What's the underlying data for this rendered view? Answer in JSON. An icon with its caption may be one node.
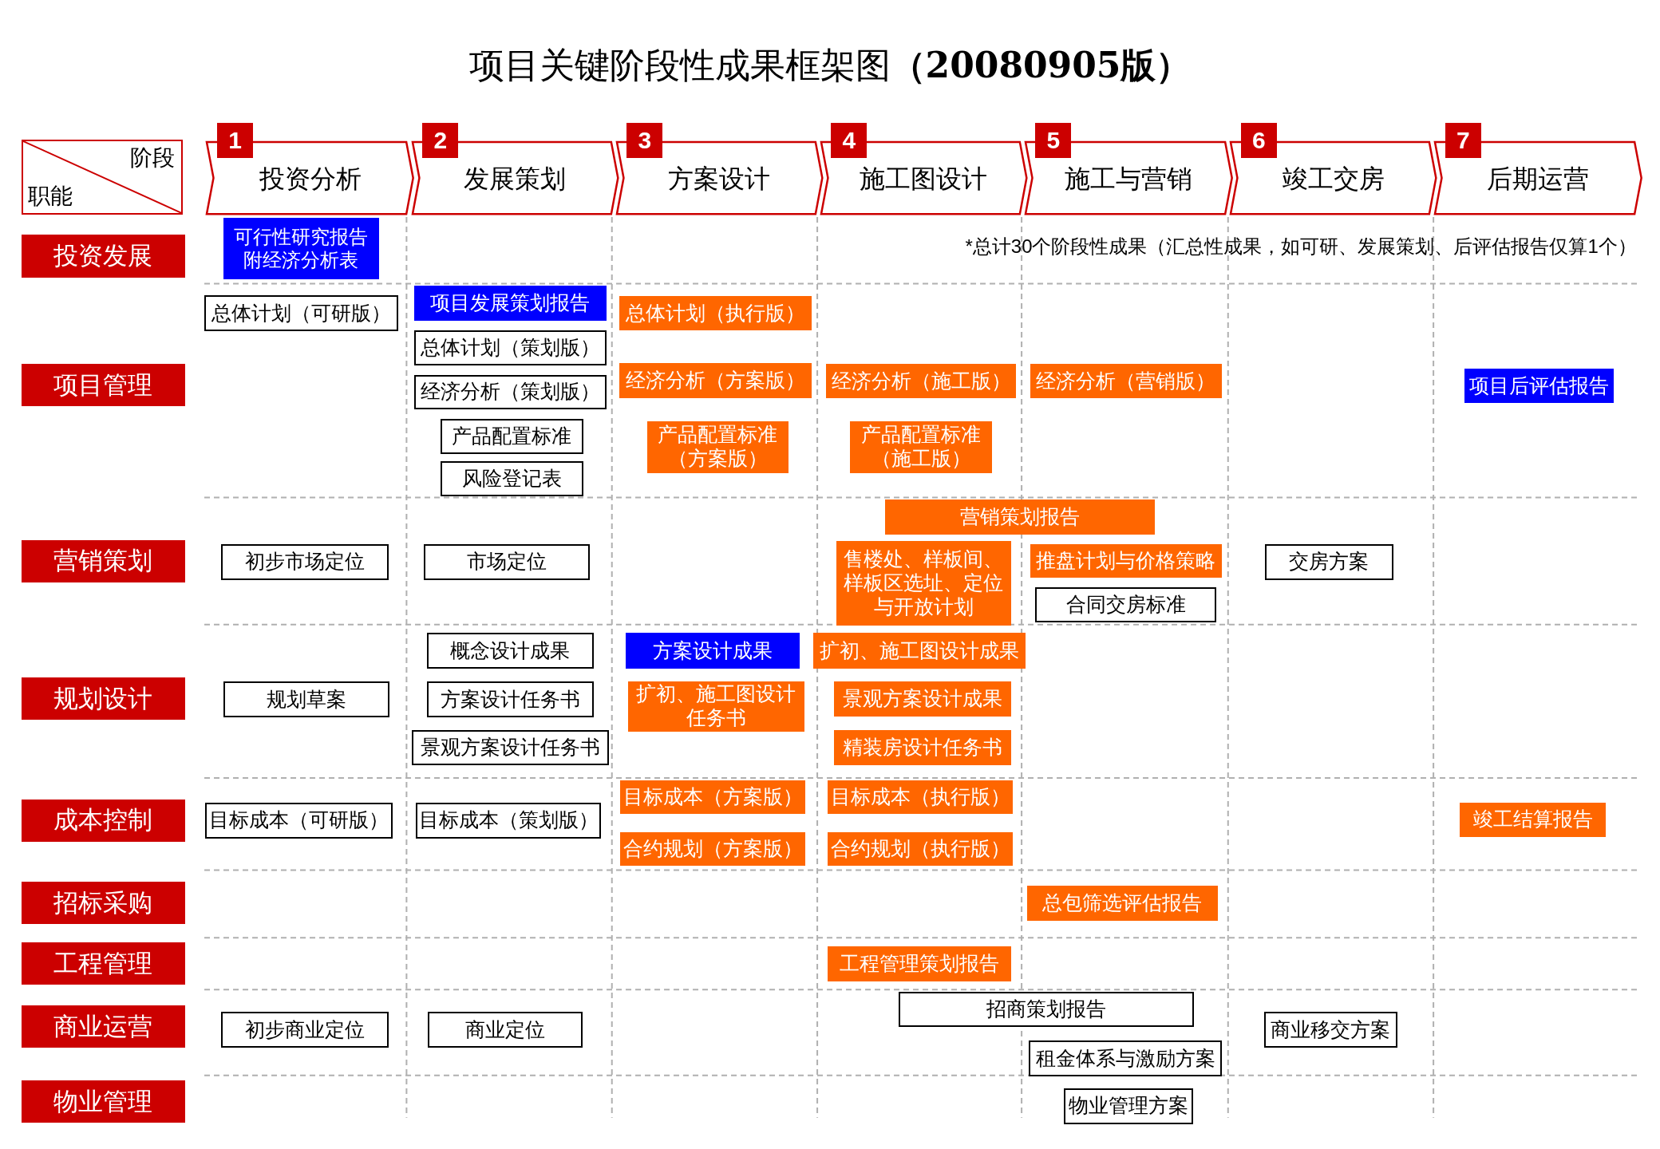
{
  "diagram": {
    "title": "项目关键阶段性成果框架图**（20080905版）**",
    "nodes": [
      {
        "text": [
          "阶段",
          "职能"
        ]
      },
      {
        "text": [
          "1",
          "投资分析"
        ]
      },
      {
        "text": [
          "2",
          "发展策划"
        ]
      },
      {
        "text": [
          "3",
          "方案设计"
        ]
      },
      {
        "text": [
          "4",
          "施工图设计"
        ]
      },
      {
        "text": [
          "5",
          "施工与营销"
        ]
      },
      {
        "text": [
          "6",
          "竣工交房"
        ]
      },
      {
        "text": [
          "7",
          "后期运营"
        ]
      },
      {
        "text": [
          "投资发展"
        ]
      },
      {
        "text": [
          "项目管理"
        ]
      },
      {
        "text": [
          "营销策划"
        ]
      },
      {
        "text": [
          "规划设计"
        ]
      },
      {
        "text": [
          "成本控制"
        ]
      },
      {
        "text": [
          "招标采购"
        ]
      },
      {
        "text": [
          "工程管理"
        ]
      },
      {
        "text": [
          "商业运营"
        ]
      },
      {
        "text": [
          "物业管理"
        ]
      },
      {
        "text": [
          "可行性研究报告附经济分析表"
        ]
      },
      {
        "text": [
          "项目发展策划报告"
        ]
      },
      {
        "text": [
          "总体计划（可研版）"
        ]
      },
      {
        "text": [
          "总体计划（执行版）"
        ]
      },
      {
        "text": [
          "总体计划（策划版）"
        ]
      },
      {
        "text": [
          "经济分析（方案版）"
        ]
      },
      {
        "text": [
          "经济分析（施工版）"
        ]
      },
      {
        "text": [
          "经济分析（营销版）"
        ]
      },
      {
        "text": [
          "项目后评估报告"
        ]
      },
      {
        "text": [
          "经济分析（策划版）"
        ]
      },
      {
        "text": [
          "产品配置标准"
        ]
      },
      {
        "text": [
          "产品配置标准（方案版）"
        ]
      },
      {
        "text": [
          "产品配置标准（施工版）"
        ]
      },
      {
        "text": [
          "风险登记表"
        ]
      },
      {
        "text": [
          "营销策划报告"
        ]
      },
      {
        "text": [
          "初步市场定位"
        ]
      },
      {
        "text": [
          "市场定位"
        ]
      },
      {
        "text": [
          "售楼处、样板间、样板区选址、定位与开放计划"
        ]
      },
      {
        "text": [
          "推盘计划与价格策略"
        ]
      },
      {
        "text": [
          "交房方案"
        ]
      },
      {
        "text": [
          "合同交房标准"
        ]
      },
      {
        "text": [
          "概念设计成果"
        ]
      },
      {
        "text": [
          "方案设计成果"
        ]
      },
      {
        "text": [
          "扩初、施工图设计成果"
        ]
      },
      {
        "text": [
          "规划草案"
        ]
      },
      {
        "text": [
          "方案设计任务书"
        ]
      },
      {
        "text": [
          "扩初、施工图设计任务书"
        ]
      },
      {
        "text": [
          "景观方案设计成果"
        ]
      },
      {
        "text": [
          "景观方案设计任务书"
        ]
      },
      {
        "text": [
          "精装房设计任务书"
        ]
      },
      {
        "text": [
          "目标成本（方案版）"
        ]
      },
      {
        "text": [
          "目标成本（执行版）"
        ]
      },
      {
        "text": [
          "目标成本（可研版）"
        ]
      },
      {
        "text": [
          "目标成本（策划版）"
        ]
      },
      {
        "text": [
          "竣工结算报告"
        ]
      },
      {
        "text": [
          "合约规划（方案版）"
        ]
      },
      {
        "text": [
          "合约规划（执行版）"
        ]
      },
      {
        "text": [
          "总包筛选评估报告"
        ]
      },
      {
        "text": [
          "工程管理策划报告"
        ]
      },
      {
        "text": [
          "招商策划报告"
        ]
      },
      {
        "text": [
          "初步商业定位"
        ]
      },
      {
        "text": [
          "商业定位"
        ]
      },
      {
        "text": [
          "商业移交方案"
        ]
      },
      {
        "text": [
          "租金体系与激励方案"
        ]
      },
      {
        "text": [
          "物业管理方案"
        ]
      }
    ],
    "labels": [
      "*总计30个阶段性成果（汇总性成果，如可研、发展策划、后评估报告仅算1个）"
    ]
  }
}
